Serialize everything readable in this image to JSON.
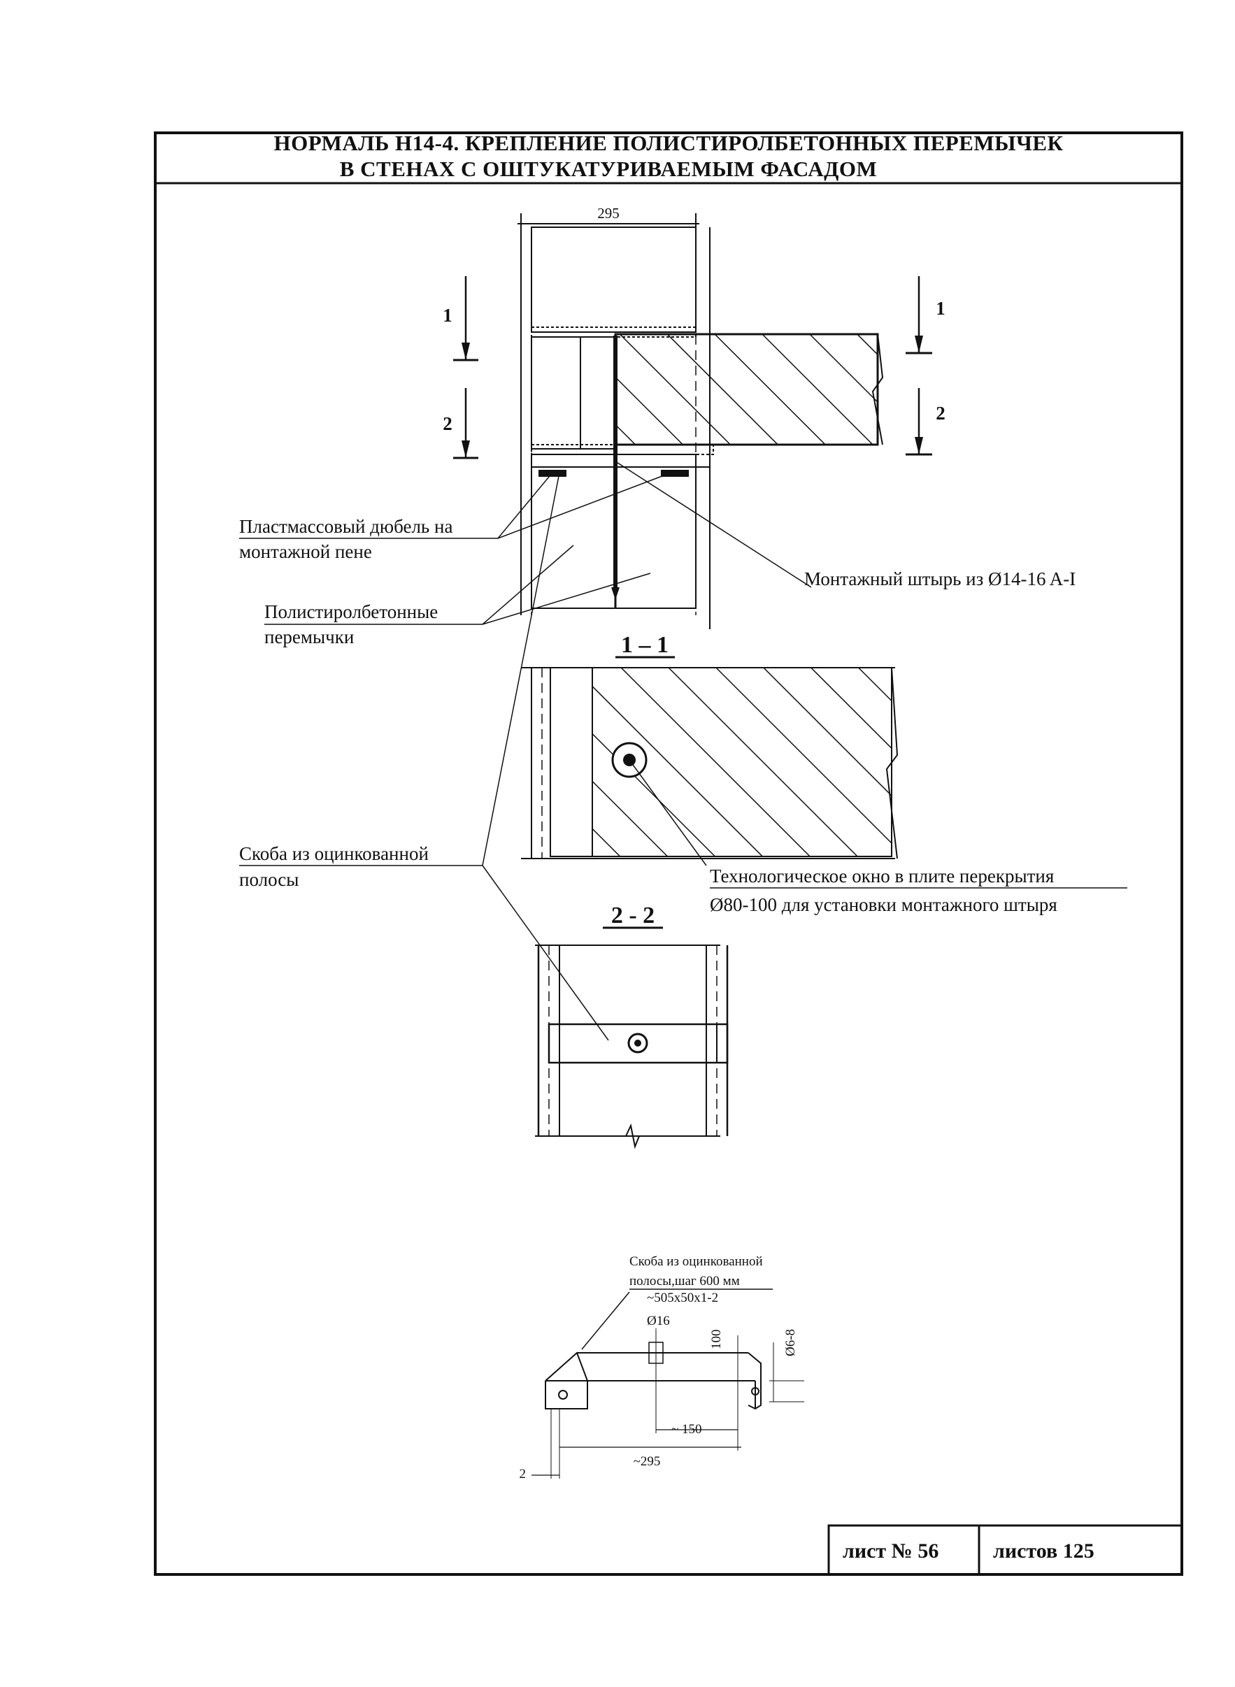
{
  "title": {
    "line1": "НОРМАЛЬ Н14-4. КРЕПЛЕНИЕ ПОЛИСТИРОЛБЕТОННЫХ ПЕРЕМЫЧЕК",
    "line2": "В СТЕНАХ С ОШТУКАТУРИВАЕМЫМ ФАСАДОМ"
  },
  "main_view": {
    "dim_width": "295",
    "section_mark_1": "1",
    "section_mark_2": "2"
  },
  "callouts": {
    "dowel_line1": "Пластмассовый дюбель на",
    "dowel_line2": "монтажной пене",
    "lintel_line1": "Полистиролбетонные",
    "lintel_line2": "перемычки",
    "pin": "Монтажный штырь из Ø14-16 A-I",
    "bracket_line1": "Скоба из оцинкованной",
    "bracket_line2": "полосы",
    "window_line1": "Технологическое окно в плите перекрытия",
    "window_line2": "Ø80-100 для установки монтажного штыря"
  },
  "sections": {
    "s11": "1 – 1",
    "s22": "2 - 2"
  },
  "detail": {
    "caption_line1": "Скоба из оцинкованной",
    "caption_line2": "полосы,шаг 600 мм",
    "caption_line3": "~505x50x1-2",
    "d16": "Ø16",
    "d100": "100",
    "d68": "Ø6-8",
    "d150": "~ 150",
    "d295": "~295",
    "d2": "2"
  },
  "footer": {
    "sheet": "лист № 56",
    "sheets": "листов 125"
  }
}
